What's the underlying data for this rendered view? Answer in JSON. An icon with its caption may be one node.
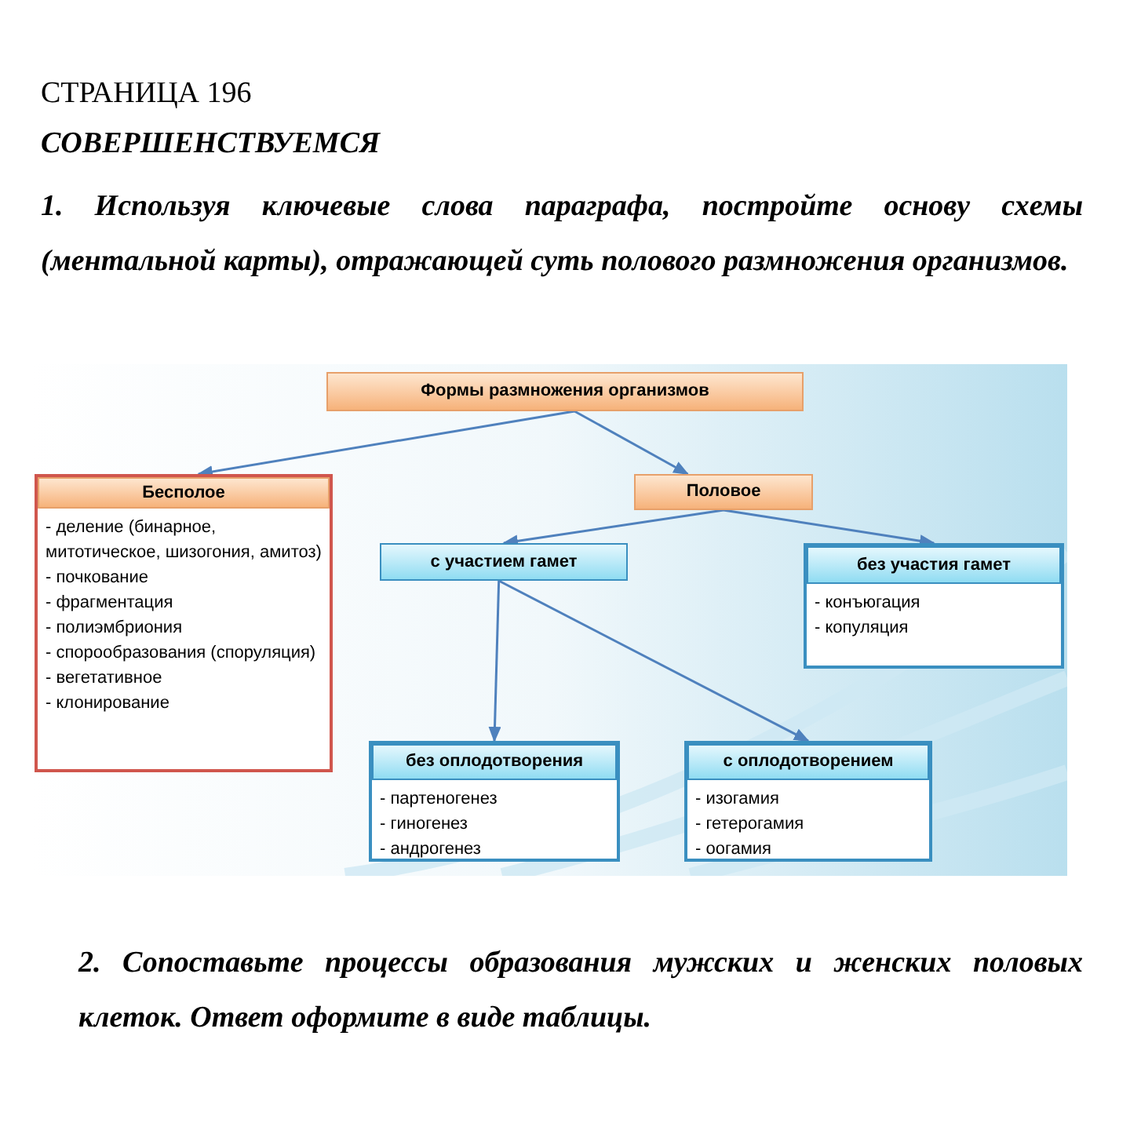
{
  "diagram": {
    "title": "СОВЕРШЕНСТВУЕМСЯ",
    "nodes": [
      {
        "text": [
          "Формы размножения организмов"
        ]
      },
      {
        "text": [
          "Бесполое",
          "- деление (бинарное, митотическое, шизогония, амитоз)",
          "- почкование",
          "- фрагментация",
          "- полиэмбриония",
          "- спорообразования (споруляция)",
          "- вегетативное",
          "- клонирование"
        ]
      },
      {
        "text": [
          "Половое"
        ]
      },
      {
        "text": [
          "с участием гамет"
        ]
      },
      {
        "text": [
          "без участия гамет",
          "- конъюгация",
          "- копуляция"
        ]
      },
      {
        "text": [
          "без оплодотворения",
          "- партеногенез",
          "- гиногенез",
          "- андрогенез"
        ]
      },
      {
        "text": [
          "с оплодотворением",
          "- изогамия",
          "- гетерогамия",
          "- оогамия"
        ]
      }
    ],
    "edges": [
      {
        "from": 0,
        "to": 1,
        "arrow": "to"
      },
      {
        "from": 0,
        "to": 2,
        "arrow": "to"
      },
      {
        "from": 2,
        "to": 3,
        "arrow": "to"
      },
      {
        "from": 2,
        "to": 4,
        "arrow": "to"
      },
      {
        "from": 3,
        "to": 5,
        "arrow": "to"
      },
      {
        "from": 3,
        "to": 6,
        "arrow": "to"
      }
    ],
    "labels": [
      "СТРАНИЦА 196",
      "1. Используя ключевые слова параграфа, постройте основу схемы (ментальной карты), отражающей суть полового размножения организмов.",
      "2. Сопоставьте процессы образования мужских и женских половых клеток. Ответ оформите в виде таблицы."
    ]
  }
}
